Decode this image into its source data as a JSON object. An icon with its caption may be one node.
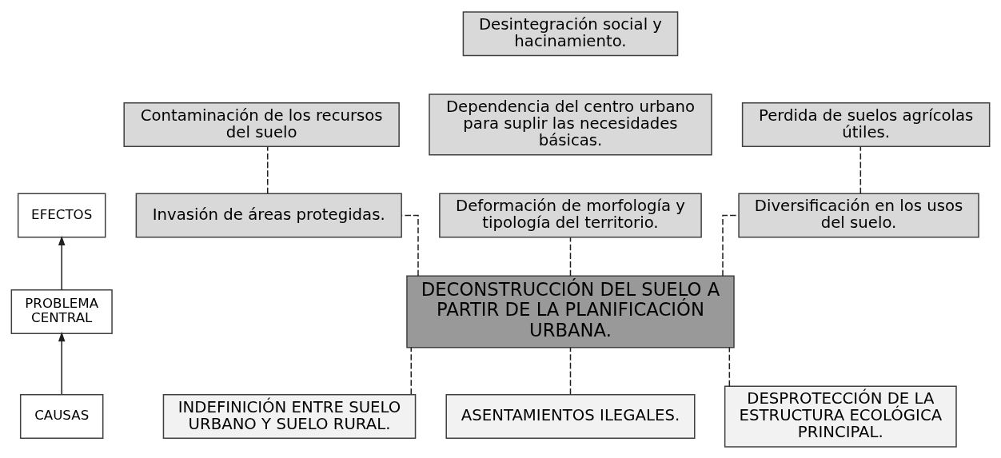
{
  "diagram": {
    "nodes": [
      {
        "text": [
          "EFECTOS"
        ]
      },
      {
        "text": [
          "PROBLEMA CENTRAL"
        ]
      },
      {
        "text": [
          "CAUSAS"
        ]
      },
      {
        "text": [
          "Contaminación de los recursos del suelo"
        ]
      },
      {
        "text": [
          "Invasión de áreas protegidas."
        ]
      },
      {
        "text": [
          "Desintegración social y hacinamiento."
        ]
      },
      {
        "text": [
          "Dependencia del centro urbano para suplir las necesidades básicas."
        ]
      },
      {
        "text": [
          "Deformación de morfología y tipología del territorio."
        ]
      },
      {
        "text": [
          "Perdida de suelos agrícolas útiles."
        ]
      },
      {
        "text": [
          "Diversificación en los usos del suelo."
        ]
      },
      {
        "text": [
          "DECONSTRUCCIÓN DEL SUELO A PARTIR DE LA PLANIFICACIÓN URBANA."
        ]
      },
      {
        "text": [
          "INDEFINICIÓN ENTRE SUELO URBANO Y SUELO RURAL."
        ]
      },
      {
        "text": [
          "ASENTAMIENTOS ILEGALES."
        ]
      },
      {
        "text": [
          "DESPROTECCIÓN DE LA ESTRUCTURA ECOLÓGICA PRINCIPAL."
        ]
      }
    ],
    "edges": [
      {
        "from": 2,
        "to": 1,
        "arrow": "to"
      },
      {
        "from": 1,
        "to": 0,
        "arrow": "to"
      },
      {
        "from": 4,
        "to": 3,
        "arrow": "none",
        "style": "dashed"
      },
      {
        "from": 9,
        "to": 8,
        "arrow": "none",
        "style": "dashed"
      },
      {
        "from": 10,
        "to": 4,
        "arrow": "none",
        "style": "dashed"
      },
      {
        "from": 10,
        "to": 7,
        "arrow": "none",
        "style": "dashed"
      },
      {
        "from": 10,
        "to": 9,
        "arrow": "none",
        "style": "dashed"
      },
      {
        "from": 11,
        "to": 10,
        "arrow": "none",
        "style": "dashed"
      },
      {
        "from": 12,
        "to": 10,
        "arrow": "none",
        "style": "dashed"
      },
      {
        "from": 13,
        "to": 10,
        "arrow": "none",
        "style": "dashed"
      }
    ]
  }
}
